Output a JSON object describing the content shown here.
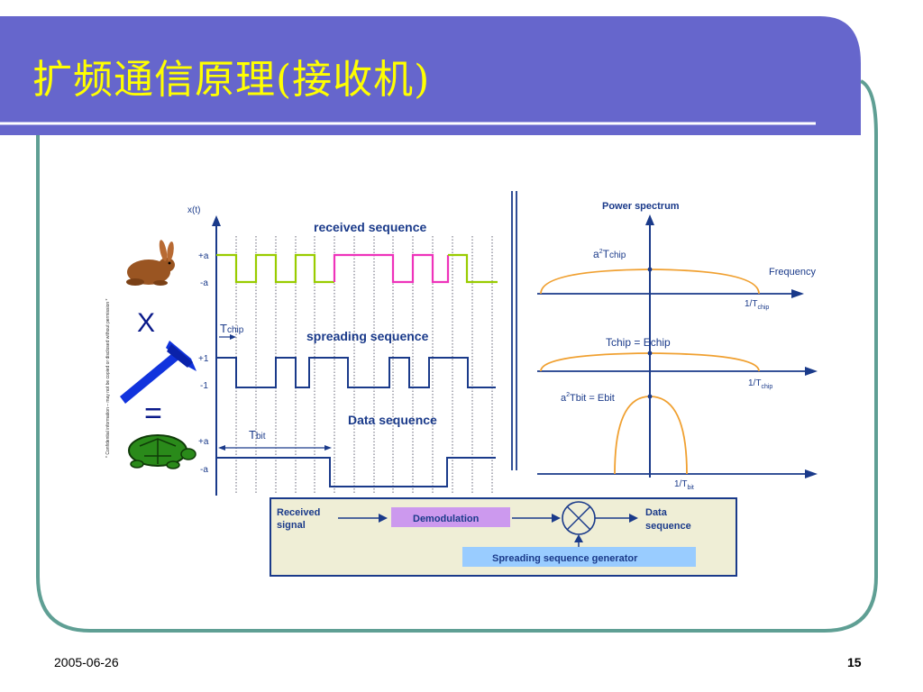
{
  "slide": {
    "title": "扩频通信原理(接收机)",
    "date": "2005-06-26",
    "page_number": "15",
    "colors": {
      "header_bg": "#6666cc",
      "frame": "#5f9f94",
      "title": "#ffff00"
    }
  },
  "waveforms": {
    "y_axis_label": "x(t)",
    "received_label": "received sequence",
    "spreading_label": "spreading sequence",
    "data_label": "Data sequence",
    "plus_a_1": "+a",
    "minus_a_1": "-a",
    "plus_1": "+1",
    "minus_1": "-1",
    "plus_a_2": "+a",
    "minus_a_2": "-a",
    "tchip_t": "T",
    "tchip_sub": "chip",
    "tbit_t": "T",
    "tbit_sub": "bit",
    "side_note": "* Confidential information – may not be copied or disclosed without permission *",
    "times_symbol": "X",
    "equals_symbol": "=",
    "colors": {
      "received_a": "#99cc00",
      "received_b": "#ee33bb",
      "spreading": "#1a3a8a",
      "data": "#1a3a8a"
    }
  },
  "spectrum": {
    "title": "Power spectrum",
    "label_top_a": "a",
    "label_top_sup": "2",
    "label_top_t": "T",
    "label_top_sub": "chip",
    "frequency_label": "Frequency",
    "axis1_label": "1/T",
    "axis1_sub": "chip",
    "mid_label": "Tchip = Echip",
    "axis2_label": "1/T",
    "axis2_sub": "chip",
    "bottom_label_a": "a",
    "bottom_label_sup": "2",
    "bottom_label_rest": "Tbit = Ebit",
    "axis3_label": "1/T",
    "axis3_sub": "bit",
    "curve_color": "#f0a030"
  },
  "receiver": {
    "input_label_1": "Received",
    "input_label_2": "signal",
    "demod_label": "Demodulation",
    "output_label_1": "Data",
    "output_label_2": "sequence",
    "generator_label": "Spreading sequence generator",
    "demod_color": "#cc99ee",
    "generator_color": "#99ccff"
  }
}
